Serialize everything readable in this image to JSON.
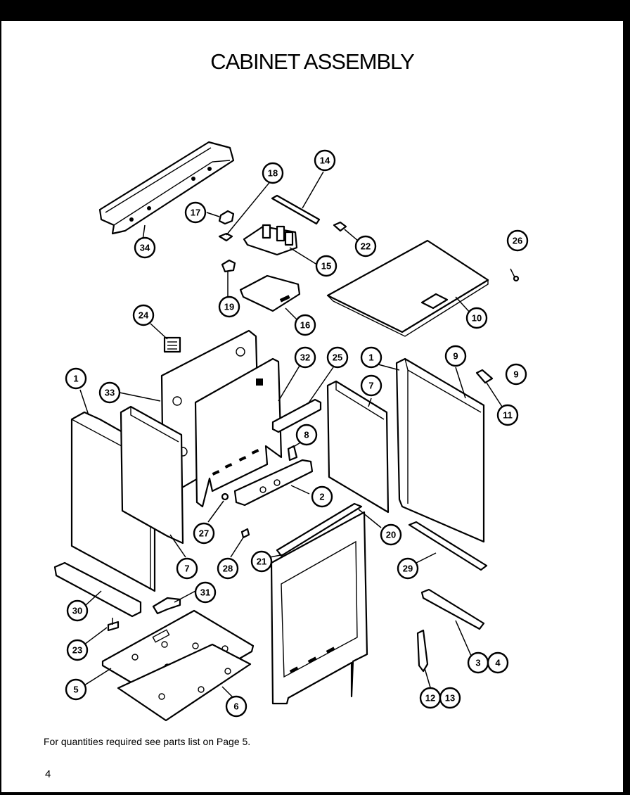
{
  "title": "CABINET ASSEMBLY",
  "footnote": "For quantities required see parts list on Page 5.",
  "page_number": "4",
  "callouts": [
    {
      "id": "34",
      "label": "34"
    },
    {
      "id": "17",
      "label": "17"
    },
    {
      "id": "18",
      "label": "18"
    },
    {
      "id": "14",
      "label": "14"
    },
    {
      "id": "22",
      "label": "22"
    },
    {
      "id": "15",
      "label": "15"
    },
    {
      "id": "26",
      "label": "26"
    },
    {
      "id": "19",
      "label": "19"
    },
    {
      "id": "16",
      "label": "16"
    },
    {
      "id": "10",
      "label": "10"
    },
    {
      "id": "24",
      "label": "24"
    },
    {
      "id": "32",
      "label": "32"
    },
    {
      "id": "25",
      "label": "25"
    },
    {
      "id": "1a",
      "label": "1"
    },
    {
      "id": "9a",
      "label": "9"
    },
    {
      "id": "9b",
      "label": "9"
    },
    {
      "id": "1b",
      "label": "1"
    },
    {
      "id": "33",
      "label": "33"
    },
    {
      "id": "7a",
      "label": "7"
    },
    {
      "id": "11",
      "label": "11"
    },
    {
      "id": "8",
      "label": "8"
    },
    {
      "id": "2",
      "label": "2"
    },
    {
      "id": "27",
      "label": "27"
    },
    {
      "id": "20",
      "label": "20"
    },
    {
      "id": "7b",
      "label": "7"
    },
    {
      "id": "28",
      "label": "28"
    },
    {
      "id": "21",
      "label": "21"
    },
    {
      "id": "29",
      "label": "29"
    },
    {
      "id": "31",
      "label": "31"
    },
    {
      "id": "30",
      "label": "30"
    },
    {
      "id": "23",
      "label": "23"
    },
    {
      "id": "3",
      "label": "3"
    },
    {
      "id": "4",
      "label": "4"
    },
    {
      "id": "5",
      "label": "5"
    },
    {
      "id": "6",
      "label": "6"
    },
    {
      "id": "12",
      "label": "12"
    },
    {
      "id": "13",
      "label": "13"
    }
  ]
}
